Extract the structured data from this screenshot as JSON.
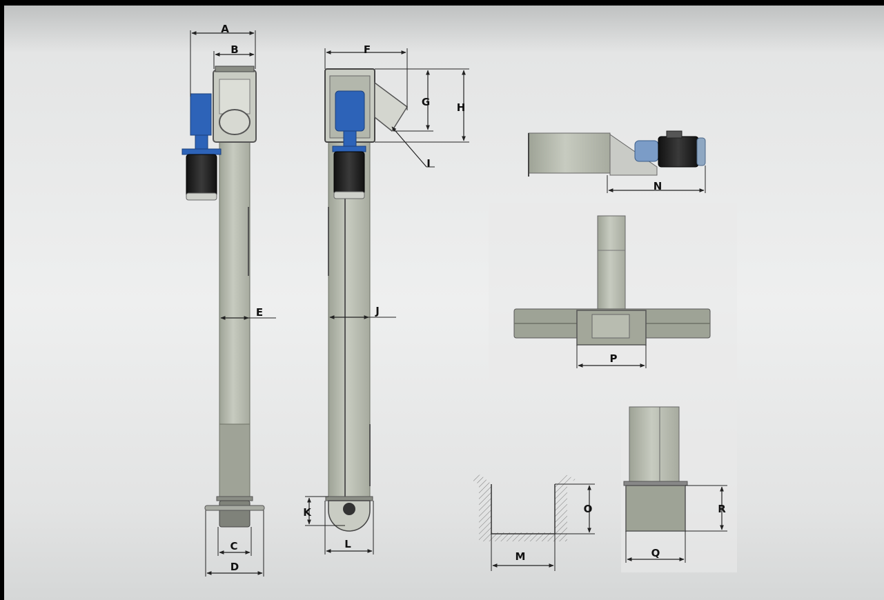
{
  "labels": {
    "A": "A",
    "B": "B",
    "C": "C",
    "D": "D",
    "E": "E",
    "F": "F",
    "G": "G",
    "H": "H",
    "I": "I",
    "J": "J",
    "K": "K",
    "L": "L",
    "M": "M",
    "N": "N",
    "O": "O",
    "P": "P",
    "Q": "Q",
    "R": "R"
  },
  "colors": {
    "background_light": "#f2f3f3",
    "background_dark": "#c4c6c6",
    "frame": "#000000",
    "tube": "#b9bdb2",
    "tube_dark": "#8f9489",
    "motor_blue": "#2d63b8",
    "motor_black": "#1a1a1a",
    "outline": "#4a4a4a",
    "dimension_line": "#222222"
  }
}
